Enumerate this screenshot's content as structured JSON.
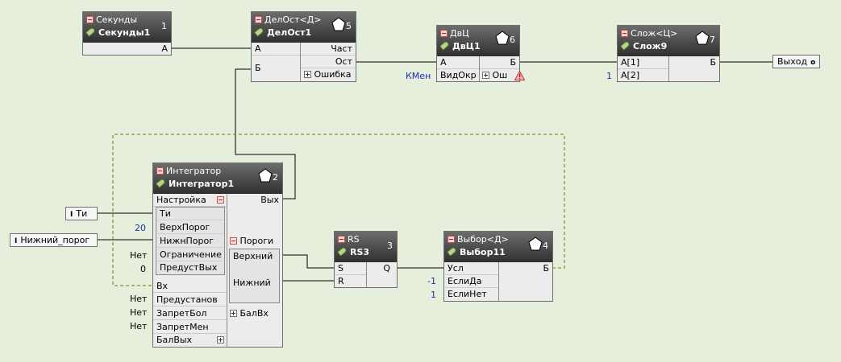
{
  "blocks": {
    "sec": {
      "type": "Секунды",
      "name": "Секунды1",
      "num": "1",
      "out": [
        "А"
      ]
    },
    "div": {
      "type": "ДелОст<Д>",
      "name": "ДелОст1",
      "num": "5",
      "in": [
        "А",
        "Б"
      ],
      "out": [
        "Част",
        "Ост",
        "Ошибка"
      ]
    },
    "dvc": {
      "type": "ДвЦ",
      "name": "ДвЦ1",
      "num": "6",
      "in": [
        "А",
        "ВидОкр"
      ],
      "out": [
        "Б",
        "Ош"
      ]
    },
    "add": {
      "type": "Слож<Ц>",
      "name": "Слож9",
      "num": "7",
      "in": [
        "А[1]",
        "А[2]"
      ],
      "out": [
        "Б"
      ]
    },
    "int": {
      "type": "Интегратор",
      "name": "Интегратор1",
      "num": "2",
      "settings": "Настройка",
      "settings_items": [
        "Ти",
        "ВерхПорог",
        "НижнПорог",
        "Ограничение",
        "ПредустВых"
      ],
      "in": [
        "Вх",
        "Предустанов",
        "ЗапретБол",
        "ЗапретМен",
        "БалВых"
      ],
      "out": [
        "Вых"
      ],
      "thresholds": "Пороги",
      "threshold_items": [
        "Верхний",
        "Нижний"
      ],
      "bal_in": "БалВх"
    },
    "rs": {
      "type": "RS",
      "name": "RS3",
      "num": "3",
      "in": [
        "S",
        "R"
      ],
      "out": [
        "Q"
      ]
    },
    "sel": {
      "type": "Выбор<Д>",
      "name": "Выбор11",
      "num": "4",
      "in": [
        "Усл",
        "ЕслиДа",
        "ЕслиНет"
      ],
      "out": [
        "Б"
      ]
    }
  },
  "terminals": {
    "output": "Выход",
    "ti": "Ти",
    "low_threshold": "Нижний_порог"
  },
  "constants": {
    "kmen": "КМен",
    "one_top": "1",
    "twenty": "20",
    "net1": "Нет",
    "zero": "0",
    "net2": "Нет",
    "net3": "Нет",
    "net4": "Нет",
    "minus_one": "-1",
    "one_sel": "1"
  },
  "colors": {
    "background": "#e6eedc",
    "header": "#3c3c3c",
    "constant_blue": "#1a2fb0",
    "wire": "#000000",
    "feedback": "#8a6d00"
  }
}
